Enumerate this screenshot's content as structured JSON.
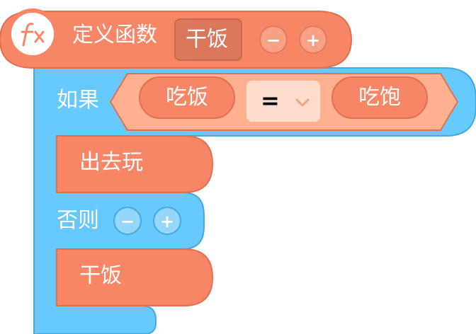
{
  "colors": {
    "function_block": "#f78666",
    "function_border": "#e26f52",
    "if_block": "#66c8fb",
    "if_border": "#47a9dc",
    "condition_bg": "#ffb08e",
    "dropdown_bg": "#ffdccd",
    "name_field_bg": "#db775b"
  },
  "function_block": {
    "icon": "fx-icon",
    "label": "定义函数",
    "name_value": "干饭",
    "minus_label": "−",
    "plus_label": "+"
  },
  "if_block": {
    "if_label": "如果",
    "condition": {
      "left_value": "吃饭",
      "operator": "=",
      "operator_icon": "chevron-down-icon",
      "right_value": "吃饱"
    },
    "then_statement": "出去玩",
    "else_label": "否则",
    "else_minus_label": "−",
    "else_plus_label": "+",
    "else_statement": "干饭"
  }
}
